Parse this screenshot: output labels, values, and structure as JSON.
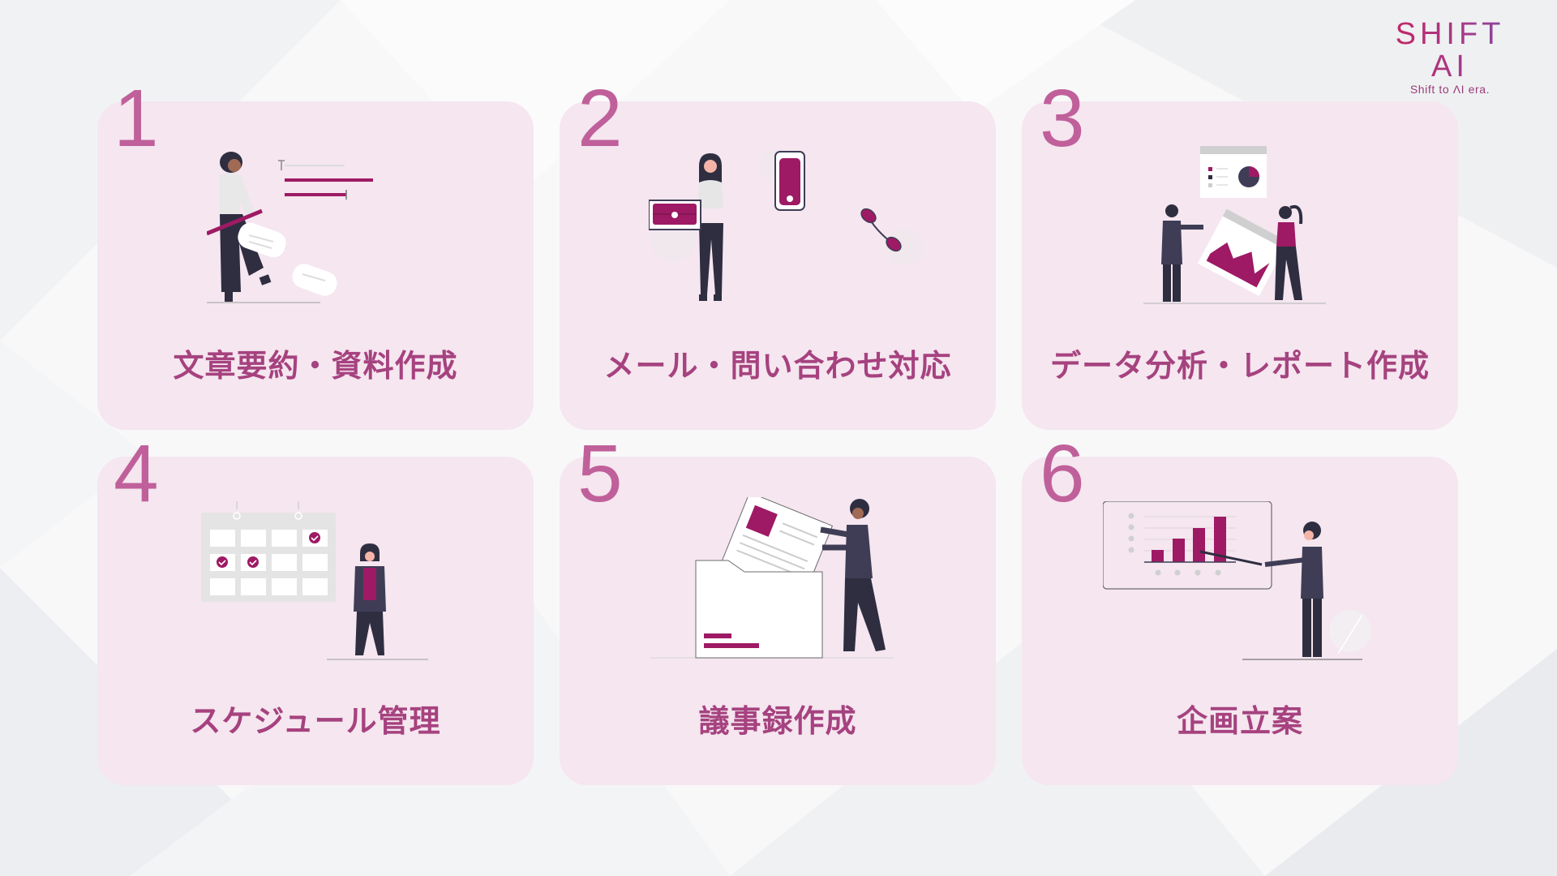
{
  "logo": {
    "name": "SHIFT AI",
    "tagline": "Shift to ΛI era."
  },
  "theme": {
    "card_bg": "#f5e6ef",
    "number_color": "#c0609b",
    "title_color": "#a6427f",
    "accent": "#9e1a64",
    "figure_dark": "#2f2e41"
  },
  "cards": [
    {
      "number": "1",
      "title": "文章要約・資料作成",
      "illustration": "woman-editing-text-illustration"
    },
    {
      "number": "2",
      "title": "メール・問い合わせ対応",
      "illustration": "woman-with-email-phone-illustration"
    },
    {
      "number": "3",
      "title": "データ分析・レポート作成",
      "illustration": "team-analyzing-charts-illustration"
    },
    {
      "number": "4",
      "title": "スケジュール管理",
      "illustration": "woman-with-calendar-illustration"
    },
    {
      "number": "5",
      "title": "議事録作成",
      "illustration": "man-filing-document-illustration"
    },
    {
      "number": "6",
      "title": "企画立案",
      "illustration": "man-presenting-bar-chart-illustration"
    }
  ]
}
